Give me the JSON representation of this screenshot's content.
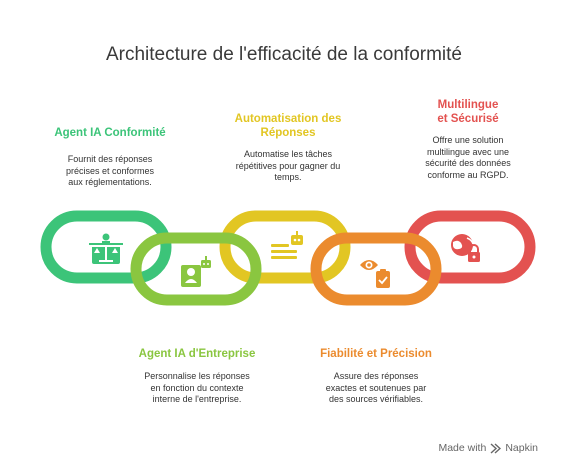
{
  "title": "Architecture de l'efficacité de la conformité",
  "steps": [
    {
      "title": "Agent IA Conformité",
      "desc": "Fournit des réponses précises et conformes aux réglementations.",
      "color": "#3CC479",
      "icon": "balance-scale-icon"
    },
    {
      "title": "Agent IA d'Entreprise",
      "desc": "Personnalise les réponses en fonction du contexte interne de l'entreprise.",
      "color": "#8AC640",
      "icon": "robot-user-icon"
    },
    {
      "title": "Automatisation des Réponses",
      "desc": "Automatise les tâches répétitives pour gagner du temps.",
      "color": "#E2C623",
      "icon": "robot-document-icon"
    },
    {
      "title": "Fiabilité et Précision",
      "desc": "Assure des réponses exactes et soutenues par des sources vérifiables.",
      "color": "#EB8B2E",
      "icon": "eye-checklist-icon"
    },
    {
      "title": "Multilingue et Sécurisé",
      "desc": "Offre une solution multilingue avec une sécurité des données conforme au RGPD.",
      "color": "#E35250",
      "icon": "globe-lock-icon"
    }
  ],
  "footer": {
    "made_with": "Made with",
    "brand": "Napkin"
  }
}
